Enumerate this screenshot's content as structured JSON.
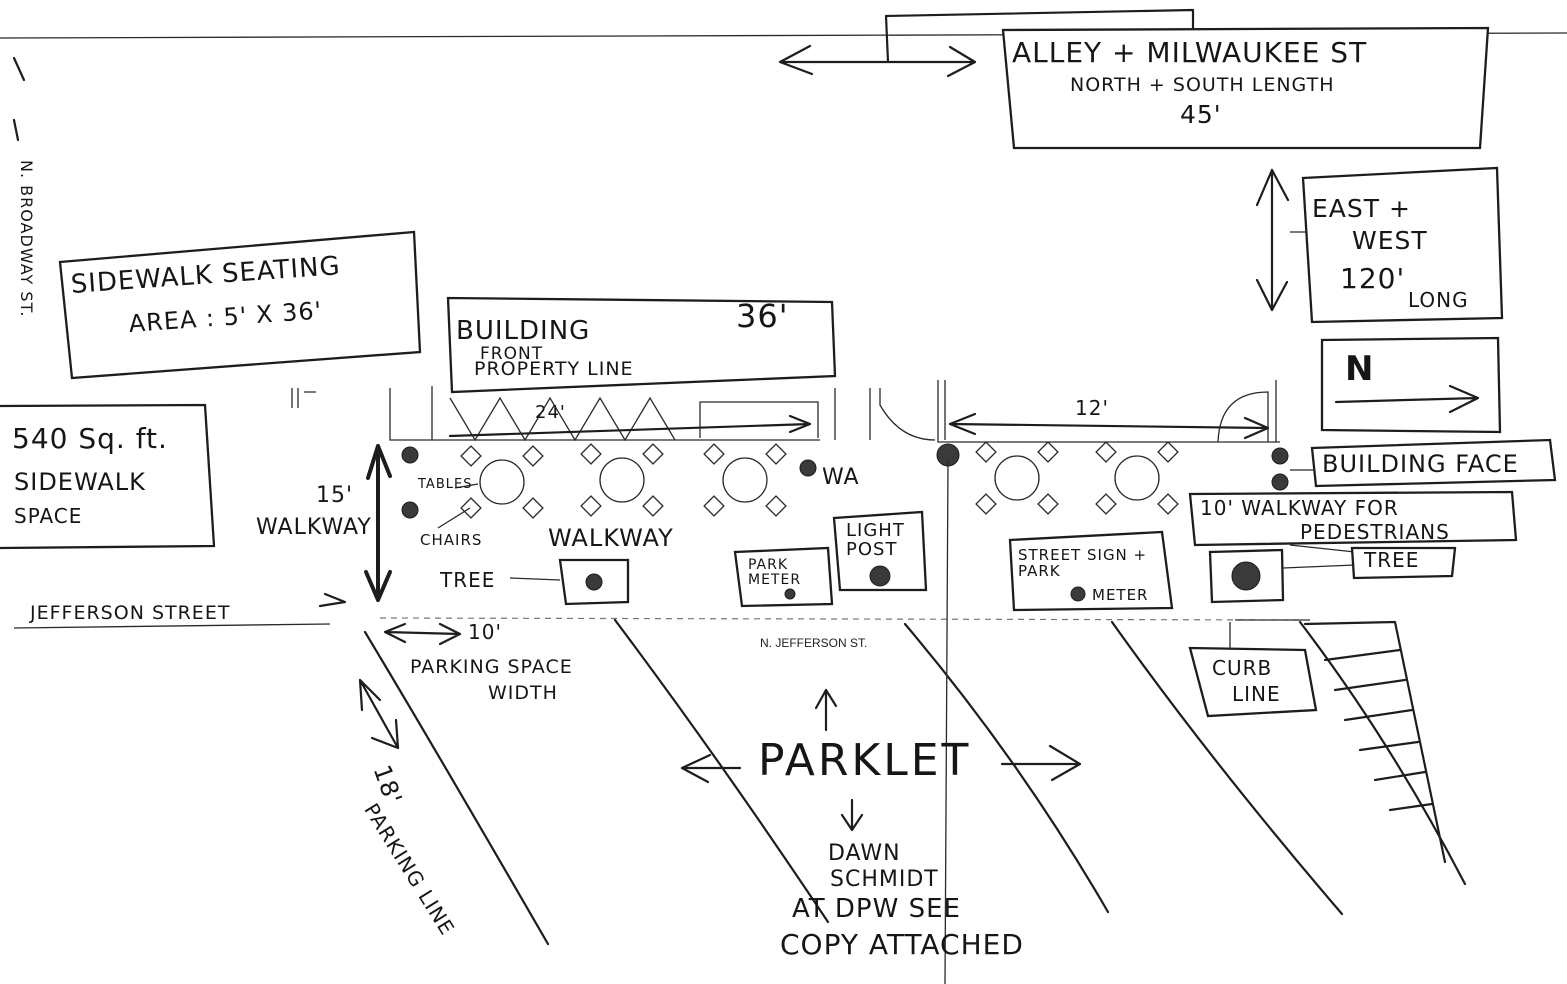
{
  "labels": {
    "alley": "ALLEY + MILWAUKEE ST",
    "alley_sub": "NORTH + SOUTH LENGTH",
    "alley_len": "45'",
    "east_west": "EAST +",
    "east_west2": "WEST",
    "ew_len": "120'",
    "ew_long": "LONG",
    "north_dir": "N",
    "sidewalk_seating": "SIDEWALK SEATING",
    "sidewalk_area": "AREA : 5' X 36'",
    "building": "BUILDING",
    "building_len": "36'",
    "front_line": "FRONT",
    "property_line": "PROPERTY LINE",
    "sqft": "540 Sq. ft.",
    "sidewalk": "SIDEWALK",
    "space": "SPACE",
    "dim_24": "24'",
    "dim_12": "12'",
    "walkway_15": "15'",
    "walkway": "WALKWAY",
    "tables": "TABLES",
    "chairs": "CHAIRS",
    "walkway_mid": "WALKWAY",
    "wa": "WA",
    "tree_left": "TREE",
    "light_post": "LIGHT POST",
    "park_meter": "PARK METER",
    "street_sign": "STREET SIGN + PARK",
    "meter": "METER",
    "building_face": "BUILDING FACE",
    "walkway_10": "10' WALKWAY FOR",
    "pedestrians": "PEDESTRIANS",
    "tree_right": "TREE",
    "curb": "CURB",
    "curb_line": "LINE",
    "jefferson_left": "JEFFERSON STREET",
    "dim_10": "10'",
    "parking_width": "PARKING SPACE",
    "width": "WIDTH",
    "street_name": "N. JEFFERSON ST.",
    "dim_18": "18'",
    "parking_line": "PARKING LINE",
    "parklet": "PARKLET",
    "dawn": "DAWN",
    "schmidt": "SCHMIDT",
    "dpw": "AT DPW SEE",
    "copy": "COPY ATTACHED",
    "side_street": "N. BROADWAY ST."
  }
}
